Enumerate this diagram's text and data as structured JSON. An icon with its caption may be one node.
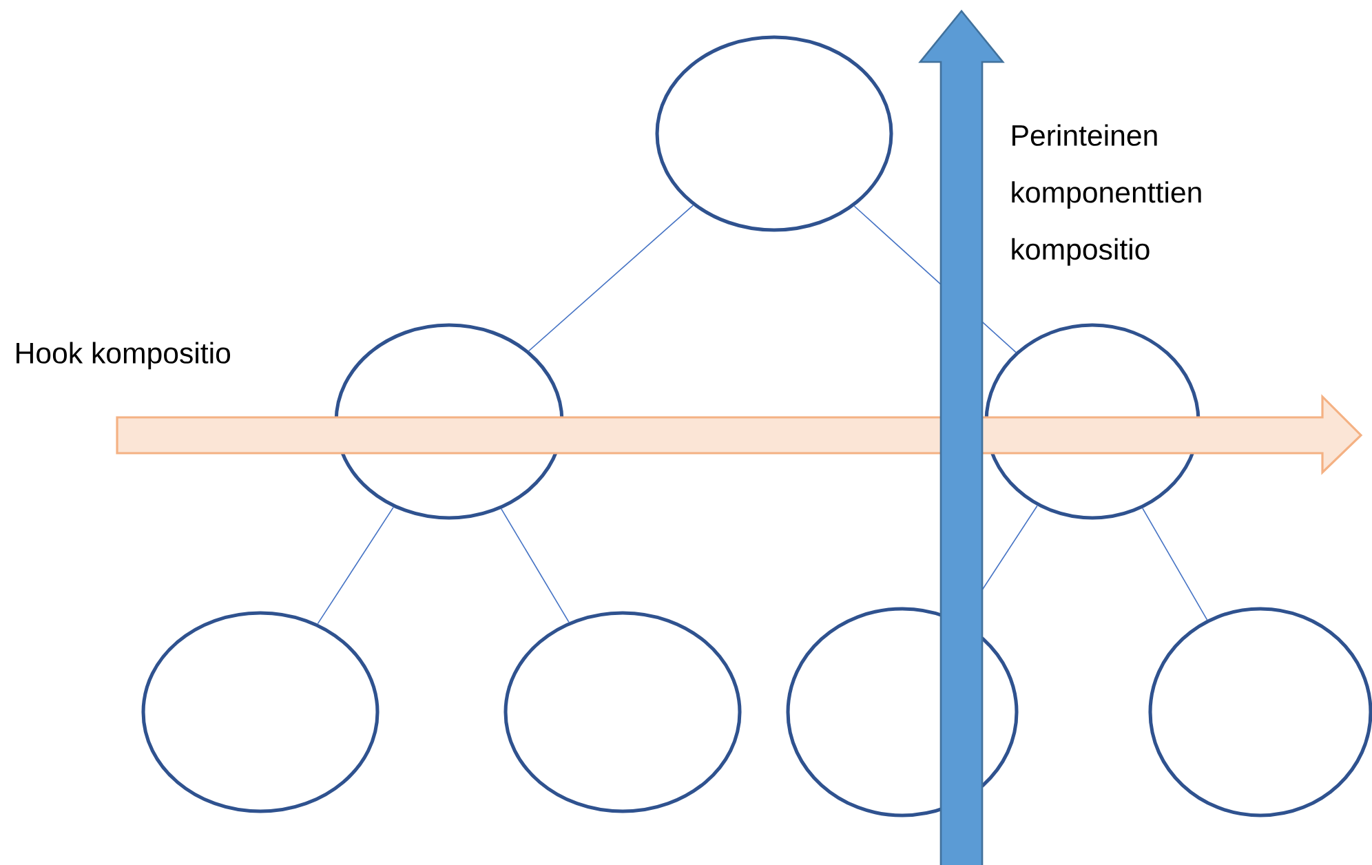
{
  "diagram": {
    "nodes": [
      {
        "text": [],
        "shape": "circle"
      },
      {
        "text": [],
        "shape": "circle"
      },
      {
        "text": [],
        "shape": "circle"
      },
      {
        "text": [],
        "shape": "circle"
      },
      {
        "text": [],
        "shape": "circle"
      },
      {
        "text": [],
        "shape": "circle"
      },
      {
        "text": [],
        "shape": "circle"
      }
    ],
    "edges": [
      {
        "from": 0,
        "to": 1,
        "arrow": "none"
      },
      {
        "from": 0,
        "to": 2,
        "arrow": "none"
      },
      {
        "from": 1,
        "to": 3,
        "arrow": "none"
      },
      {
        "from": 1,
        "to": 4,
        "arrow": "none"
      },
      {
        "from": 2,
        "to": 5,
        "arrow": "none"
      },
      {
        "from": 2,
        "to": 6,
        "arrow": "none"
      }
    ],
    "labels": [
      "Perinteinen komponenttien kompositio",
      "Hook kompositio"
    ]
  }
}
